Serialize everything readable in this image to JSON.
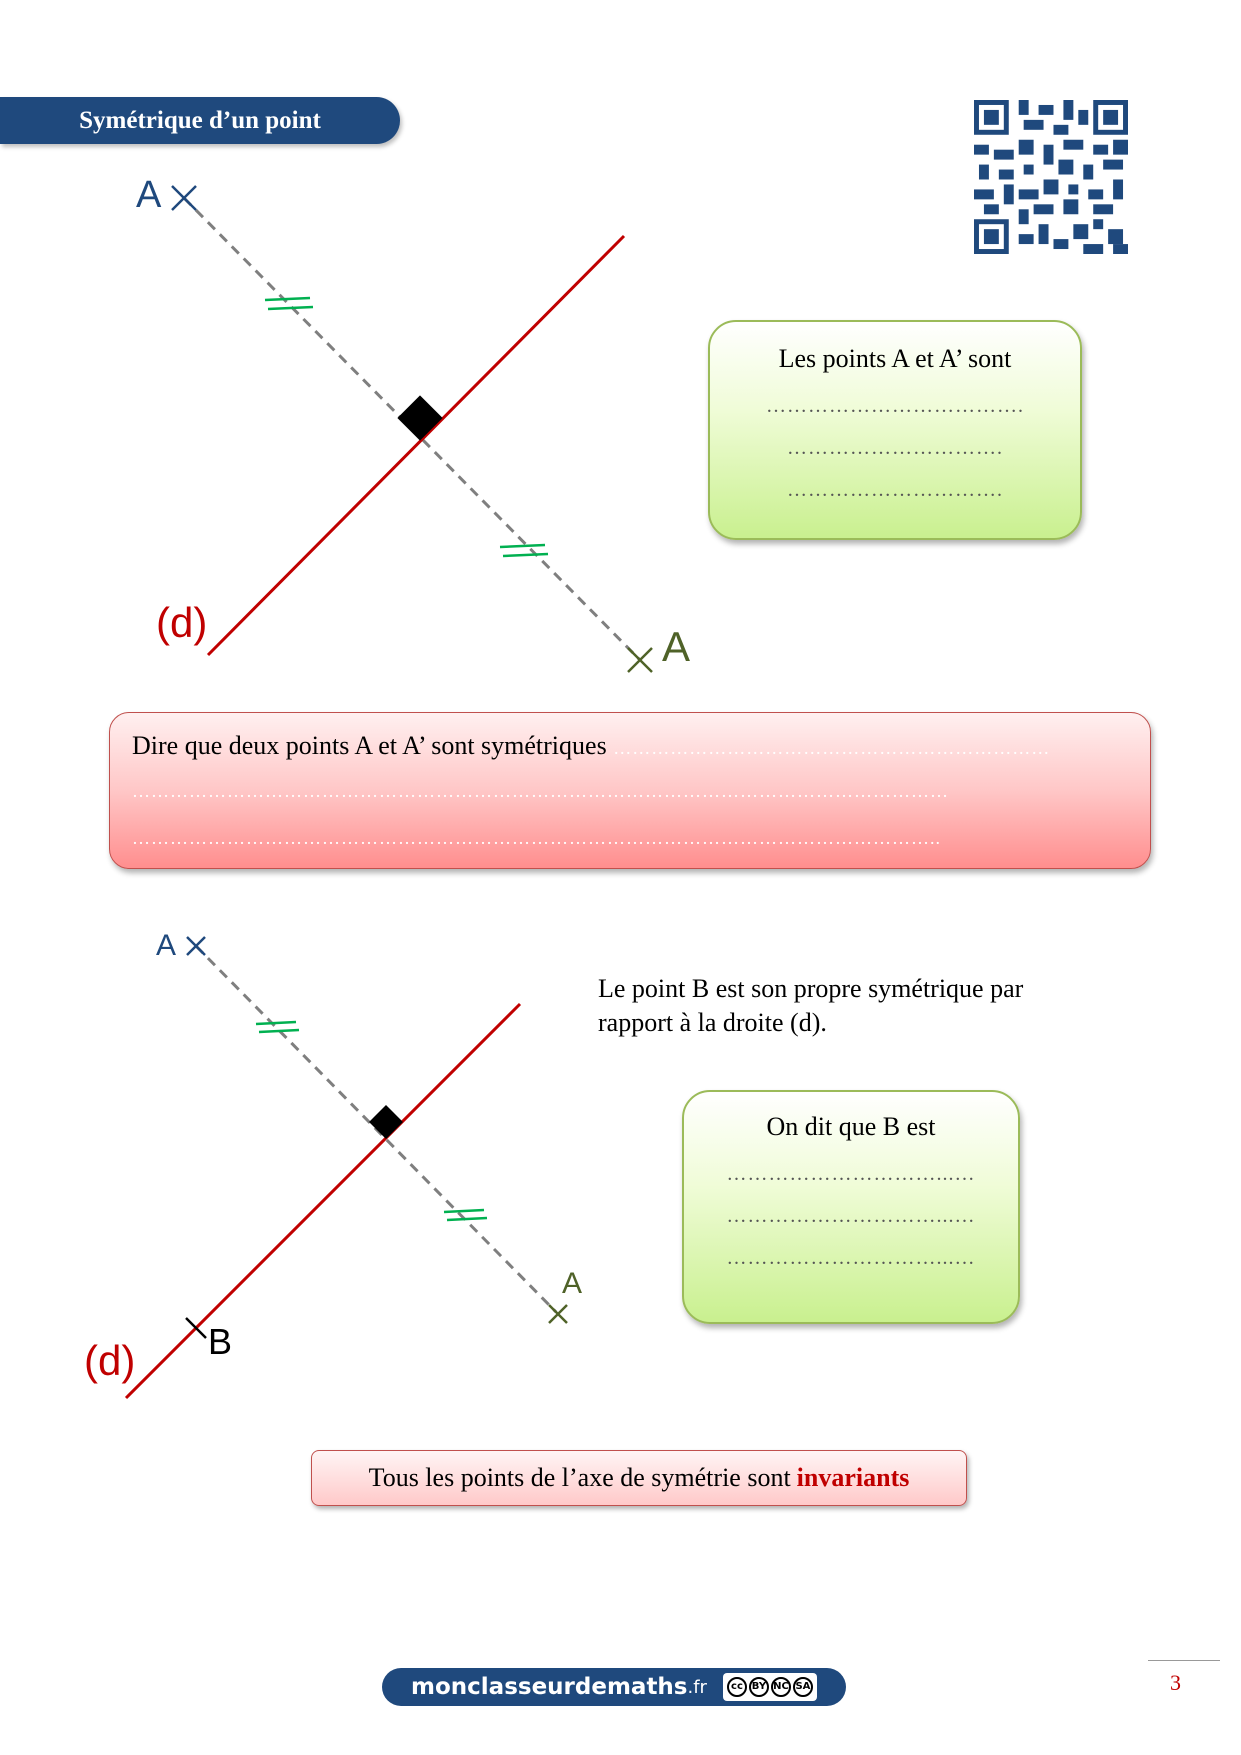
{
  "header": {
    "title": "Symétrique d’un point"
  },
  "figure1": {
    "point_a": "A",
    "point_a_prime": "A",
    "line_label": "(d)"
  },
  "box1": {
    "text": "Les points A et A’ sont",
    "dots": [
      "……………………………….",
      "………………………….",
      "…………………………."
    ]
  },
  "definition": {
    "text": "Dire que deux points A et A’ sont symétriques",
    "dots_inline": "……………………………………………………………",
    "dots": [
      "…………………………………………………………………………………………………………………",
      "……………………………………………………………………………………………………………….."
    ]
  },
  "figure2": {
    "point_a": "A",
    "point_a_prime": "A",
    "point_b": "B",
    "line_label": "(d)"
  },
  "statement": "Le point B est son propre symétrique par rapport à la droite (d).",
  "box2": {
    "text": "On dit que B est",
    "dots": [
      "…………………………...…",
      "…………………………...…",
      "…………………………...…"
    ]
  },
  "invariant": {
    "text": "Tous les points de l’axe de symétrie sont",
    "emphasis": "invariants"
  },
  "footer": {
    "site": "monclasseurdemaths",
    "tld": ".fr",
    "license": [
      "BY",
      "NC",
      "SA"
    ]
  },
  "page_number": "3",
  "colors": {
    "banner": "#1f497d",
    "axis_line": "#c00000",
    "point_a": "#1f497d",
    "point_a_prime": "#4f6228",
    "tick_marks": "#00b050"
  }
}
